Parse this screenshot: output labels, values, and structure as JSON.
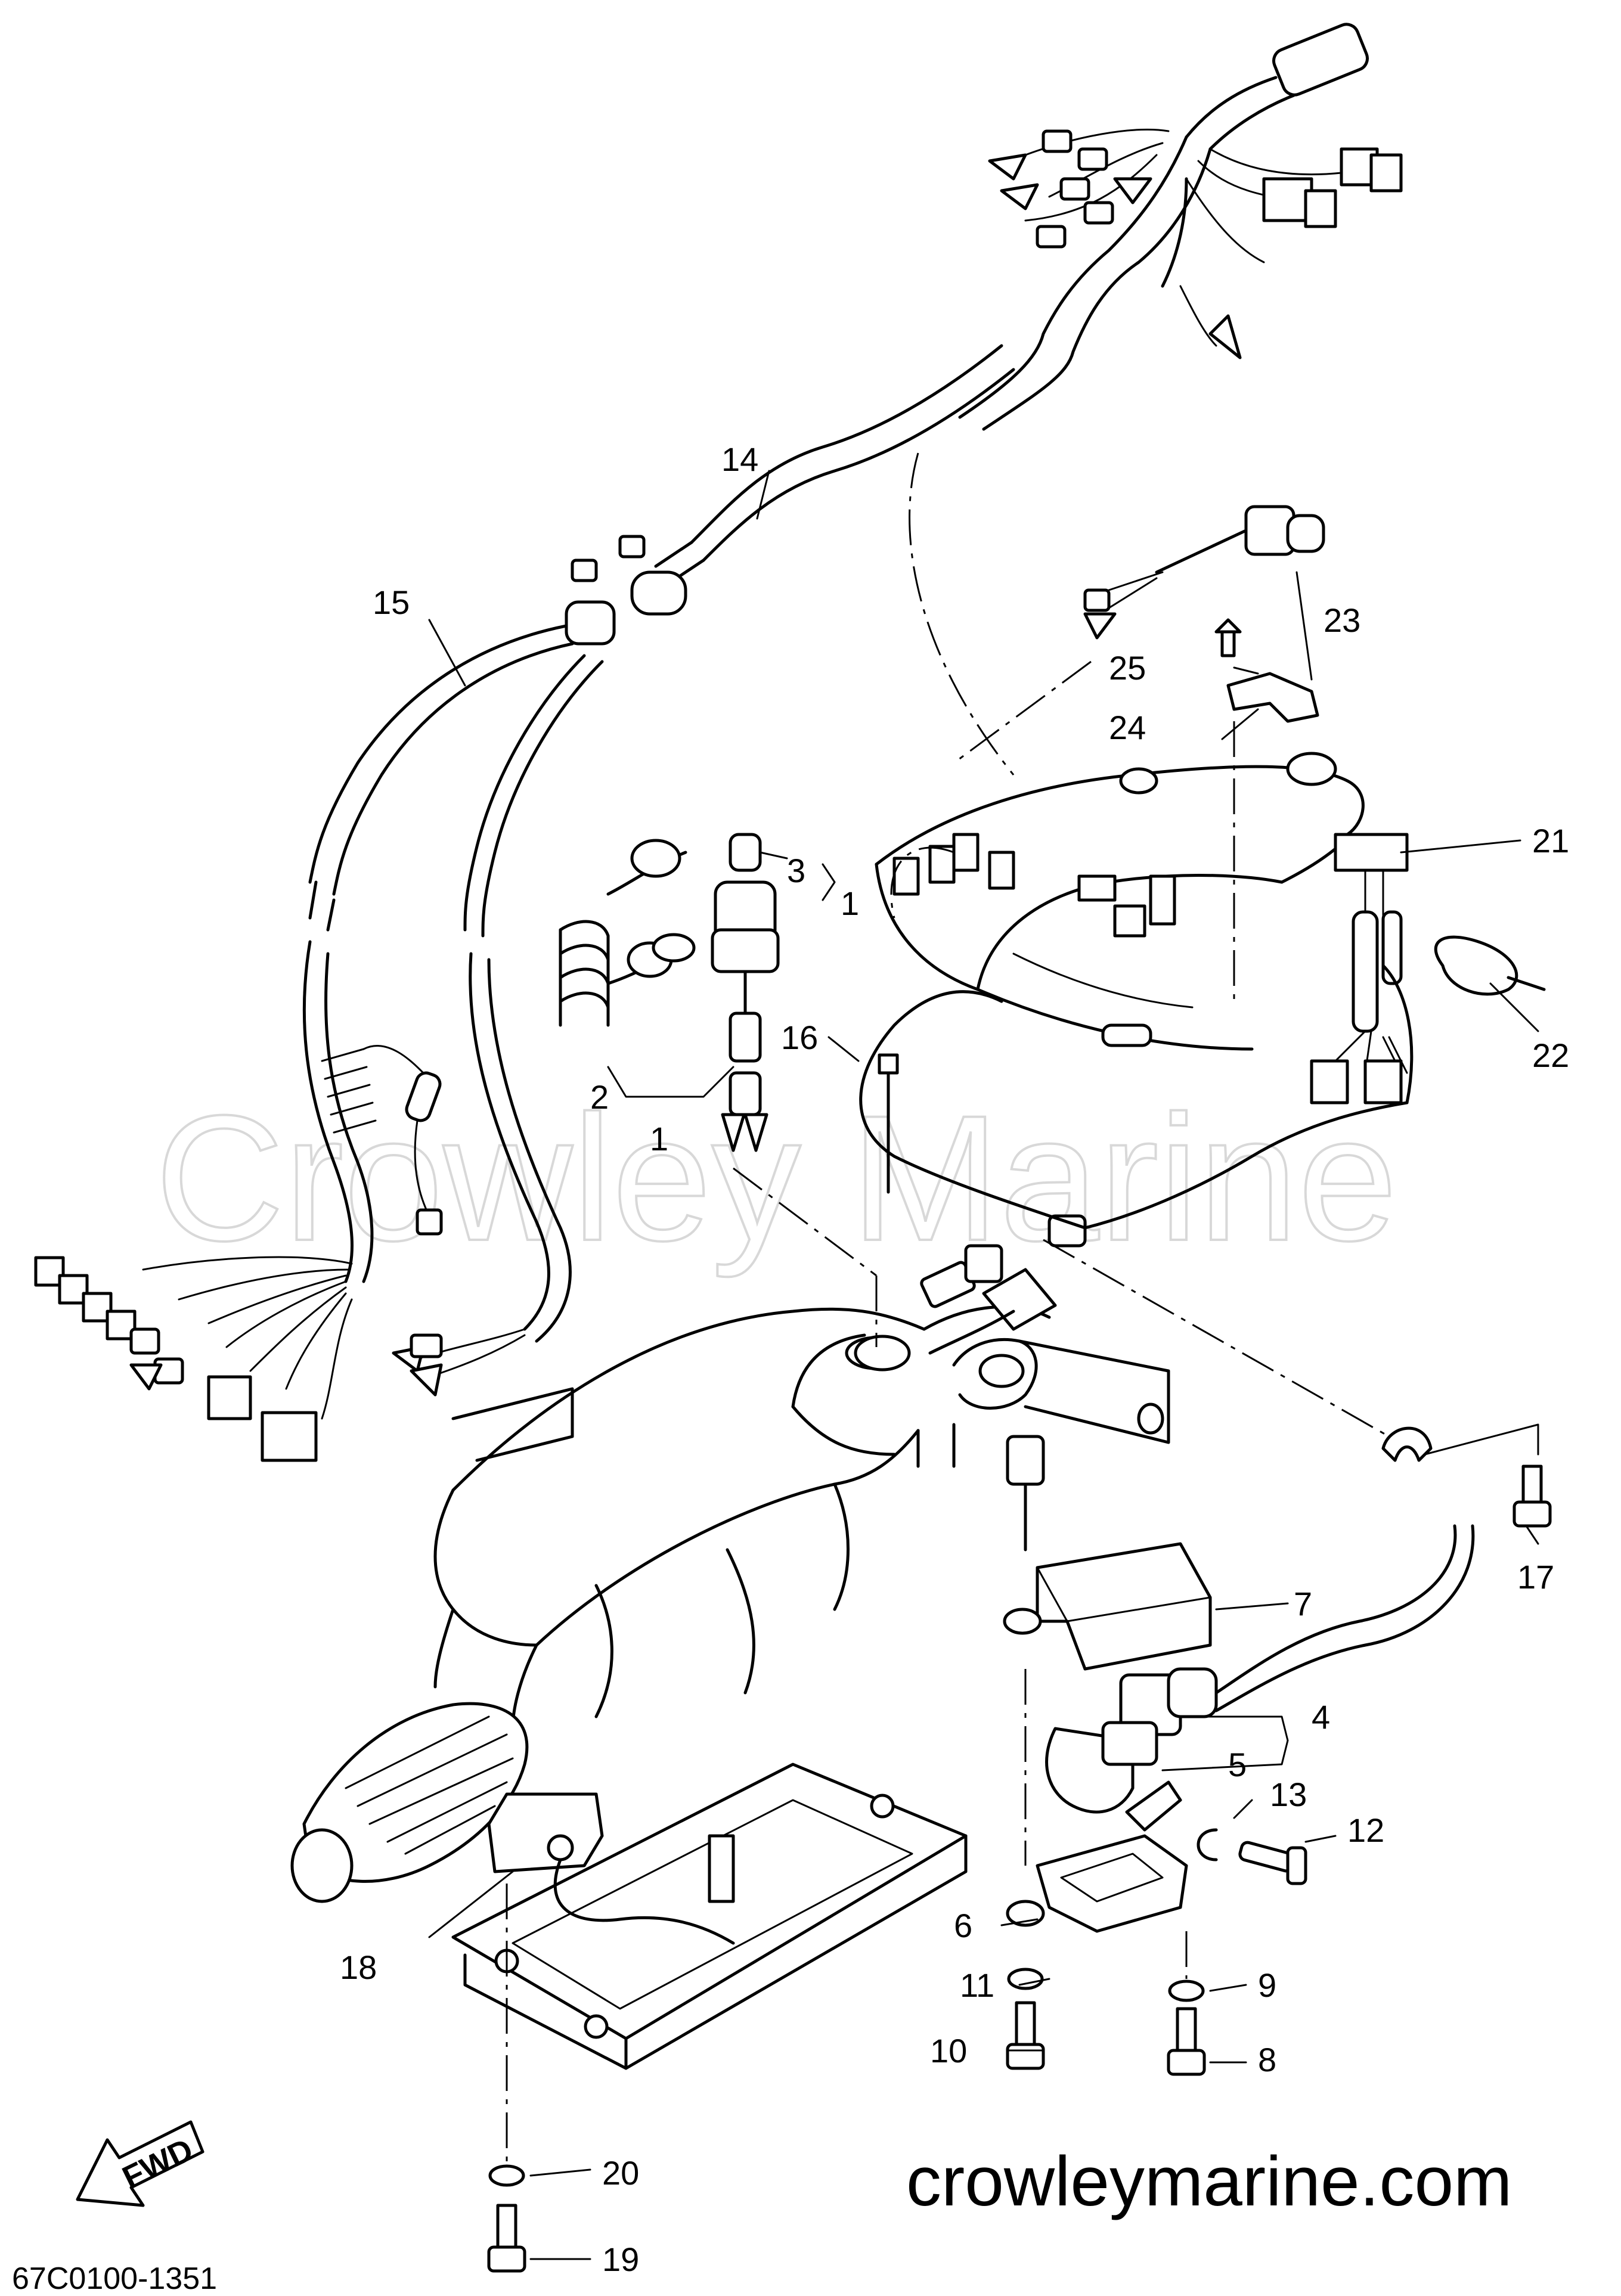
{
  "watermark": "Crowley Marine",
  "website": "crowleymarine.com",
  "diagram_code": "67C0100-1351",
  "fwd_label": "FWD",
  "callouts": [
    {
      "id": "c1a",
      "label": "1"
    },
    {
      "id": "c1b",
      "label": "1"
    },
    {
      "id": "c2",
      "label": "2"
    },
    {
      "id": "c3",
      "label": "3"
    },
    {
      "id": "c4",
      "label": "4"
    },
    {
      "id": "c5",
      "label": "5"
    },
    {
      "id": "c6",
      "label": "6"
    },
    {
      "id": "c7",
      "label": "7"
    },
    {
      "id": "c8",
      "label": "8"
    },
    {
      "id": "c9",
      "label": "9"
    },
    {
      "id": "c10",
      "label": "10"
    },
    {
      "id": "c11",
      "label": "11"
    },
    {
      "id": "c12",
      "label": "12"
    },
    {
      "id": "c13",
      "label": "13"
    },
    {
      "id": "c14",
      "label": "14"
    },
    {
      "id": "c15",
      "label": "15"
    },
    {
      "id": "c16",
      "label": "16"
    },
    {
      "id": "c17",
      "label": "17"
    },
    {
      "id": "c18",
      "label": "18"
    },
    {
      "id": "c19",
      "label": "19"
    },
    {
      "id": "c20",
      "label": "20"
    },
    {
      "id": "c21",
      "label": "21"
    },
    {
      "id": "c22",
      "label": "22"
    },
    {
      "id": "c23",
      "label": "23"
    },
    {
      "id": "c24",
      "label": "24"
    },
    {
      "id": "c25",
      "label": "25"
    }
  ]
}
